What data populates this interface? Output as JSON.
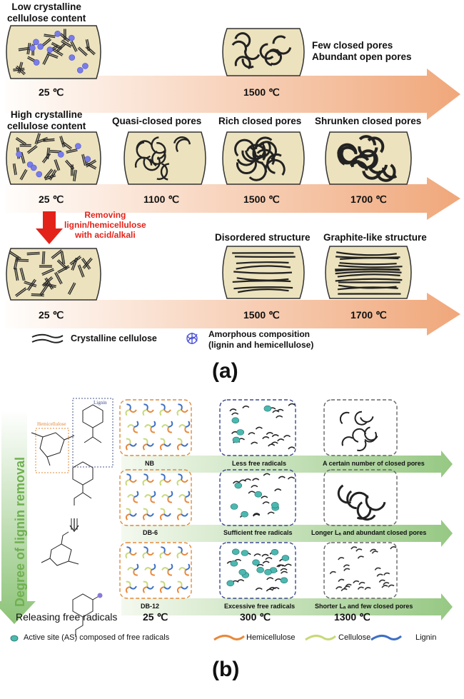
{
  "panel_a": {
    "row1": {
      "title_line1": "Low crystalline",
      "title_line2": "cellulose content",
      "note_line1": "Few closed pores",
      "note_line2": "Abundant open pores",
      "temps": [
        "25 ℃",
        "1500 ℃"
      ]
    },
    "row2": {
      "title_line1": "High crystalline",
      "title_line2": "cellulose content",
      "stages": [
        "Quasi-closed pores",
        "Rich closed pores",
        "Shrunken closed pores"
      ],
      "temps": [
        "25 ℃",
        "1100 ℃",
        "1500 ℃",
        "1700 ℃"
      ]
    },
    "removal_note": [
      "Removing",
      "lignin/hemicellulose",
      "with acid/alkali"
    ],
    "row3": {
      "stages": [
        "Disordered structure",
        "Graphite-like structure"
      ],
      "temps": [
        "25 ℃",
        "1500 ℃",
        "1700 ℃"
      ]
    },
    "legend": {
      "crystalline": "Crystalline cellulose",
      "amorphous_line1": "Amorphous composition",
      "amorphous_line2": "(lignin and hemicellulose)"
    },
    "caption": "(a)"
  },
  "panel_b": {
    "side_label": "Degree of lignin removal",
    "structure_labels": [
      "Lignin",
      "Hemicellulose"
    ],
    "releasing": "Releasing free radicals",
    "rows": [
      {
        "sample": "NB",
        "mid": "Less free radicals",
        "right": "A certain number of closed pores"
      },
      {
        "sample": "DB-6",
        "mid": "Sufficient free radicals",
        "right": "Longer Lₐ and abundant closed pores"
      },
      {
        "sample": "DB-12",
        "mid": "Excessive free radicals",
        "right": "Shorter Lₐ and few closed pores"
      }
    ],
    "temps": [
      "25 ℃",
      "300 ℃",
      "1300 ℃"
    ],
    "legend": {
      "active_site": "Active site (AS) composed of free radicals",
      "hemicellulose": "Hemicellulose",
      "cellulose": "Cellulose",
      "lignin": "Lignin"
    },
    "caption": "(b)"
  },
  "colors": {
    "arrow_start": "#ffffff",
    "arrow_end": "#f0a77a",
    "green_arrow": "#9dc98a",
    "red_arrow": "#e32219",
    "panel_fill": "#ece2bd",
    "amorphous": "#6a6de0",
    "active_site": "#4cb8b0",
    "hemicellulose": "#e8893c",
    "cellulose": "#c7d97a",
    "lignin": "#3e6fc4"
  }
}
